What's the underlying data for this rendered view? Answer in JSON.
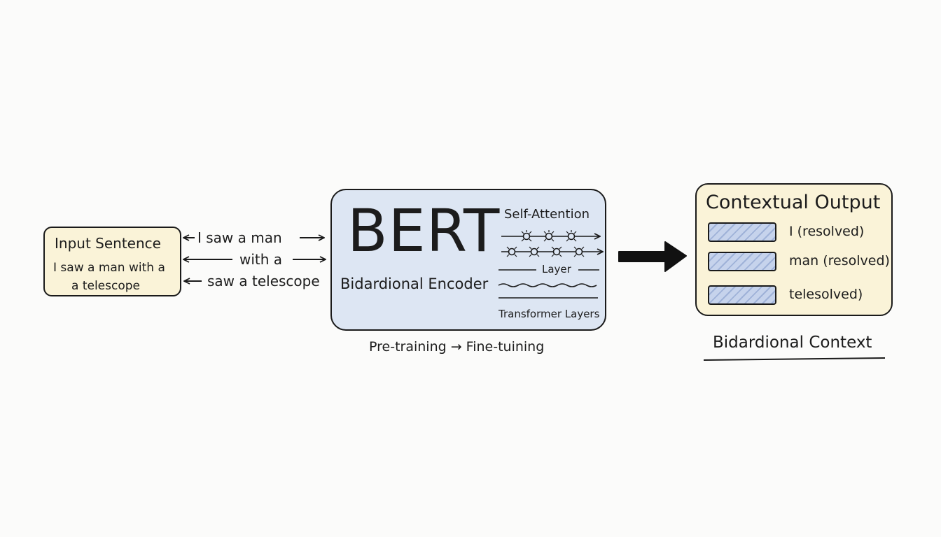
{
  "input": {
    "title": "Input Sentence",
    "line1": "I saw a man with a",
    "line2": "a telescope"
  },
  "arrows": {
    "label1": "I saw a man",
    "label2": "with a",
    "label3": "saw a telescope"
  },
  "bert": {
    "title": "BERT",
    "subtitle": "Bidardional Encoder",
    "attention_label": "Self-Attention",
    "layer_label": "Layer",
    "transformer_label": "Transformer Layers"
  },
  "caption": "Pre-training → Fine-tuining",
  "output": {
    "title": "Contextual Output",
    "items": [
      {
        "label": "I (resolved)"
      },
      {
        "label": "man (resolved)"
      },
      {
        "label": "telesolved)"
      }
    ]
  },
  "context_label": "Bidardional Context",
  "colors": {
    "ink": "#1a1a1a",
    "note_fill": "#faf3d8",
    "encoder_fill": "#dde6f3",
    "token_fill": "#c6d3ec"
  }
}
